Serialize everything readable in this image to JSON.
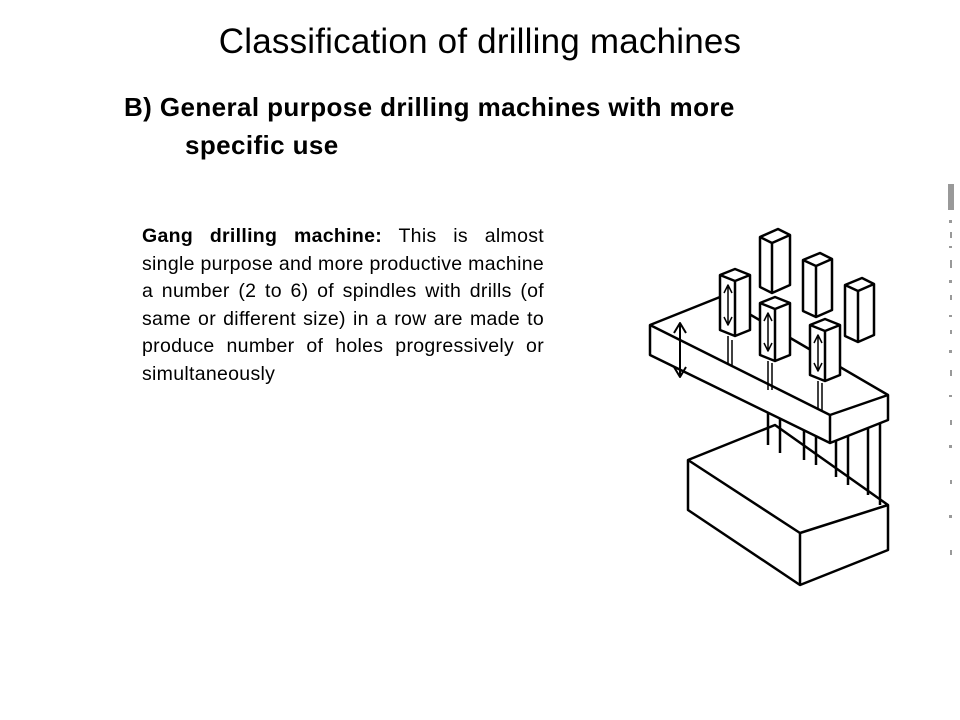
{
  "slide": {
    "title": "Classification of drilling machines",
    "subtitle_line1": "B)  General purpose drilling machines with more",
    "subtitle_line2": "specific use",
    "term": "Gang drilling machine:",
    "description": " This is almost single purpose and more productive machine a number (2 to 6) of spindles with drills (of same or different size) in a row are made to produce number of holes progressively or simultaneously"
  }
}
